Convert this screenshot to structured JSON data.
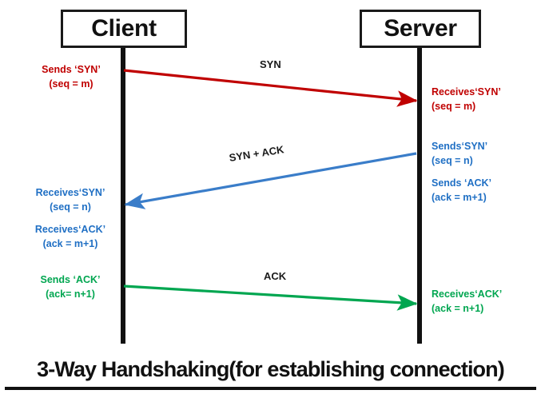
{
  "diagram": {
    "footer_title": "3-Way Handshaking(for establishing connection)",
    "participants": {
      "client": "Client",
      "server": "Server"
    },
    "messages": [
      {
        "id": "syn",
        "label": "SYN",
        "color": "#c00000",
        "direction": "client-to-server"
      },
      {
        "id": "syn-ack",
        "label": "SYN + ACK",
        "color": "#3a7dc9",
        "direction": "server-to-client"
      },
      {
        "id": "ack",
        "label": "ACK",
        "color": "#00a650",
        "direction": "client-to-server"
      }
    ],
    "notes": {
      "client_syn": {
        "line1": "Sends ‘SYN’",
        "line2": "(seq = m)",
        "color": "#c00000"
      },
      "server_syn": {
        "line1": "Receives‘SYN’",
        "line2": "(seq = m)",
        "color": "#c00000"
      },
      "server_sends_syn": {
        "line1": "Sends‘SYN’",
        "line2": "(seq = n)",
        "color": "#1f6fc4"
      },
      "server_sends_ack": {
        "line1": "Sends ‘ACK’",
        "line2": "(ack = m+1)",
        "color": "#1f6fc4"
      },
      "client_recv_syn": {
        "line1": "Receives‘SYN’",
        "line2": "(seq = n)",
        "color": "#1f6fc4"
      },
      "client_recv_ack": {
        "line1": "Receives‘ACK’",
        "line2": "(ack = m+1)",
        "color": "#1f6fc4"
      },
      "client_sends_ack": {
        "line1": "Sends ‘ACK’",
        "line2": "(ack= n+1)",
        "color": "#00a650"
      },
      "server_recv_ack": {
        "line1": "Receives‘ACK’",
        "line2": "(ack = n+1)",
        "color": "#00a650"
      }
    },
    "colors": {
      "red": "#c00000",
      "blue": "#3a7dc9",
      "green": "#00a650",
      "outline": "#111111",
      "background": "#ffffff"
    }
  }
}
